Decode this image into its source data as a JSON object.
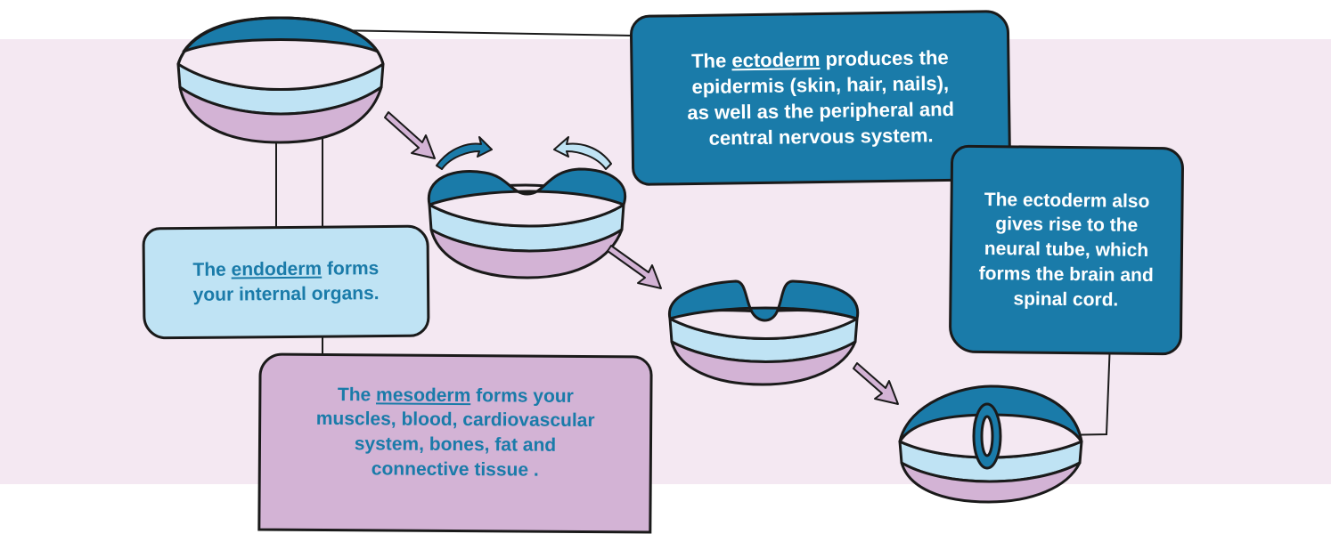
{
  "colors": {
    "ectoderm": "#1a7ba9",
    "mesoderm": "#d3b3d5",
    "endoderm": "#bfe3f4",
    "background_band": "#f4e8f2",
    "outline": "#1a1a1a"
  },
  "callouts": {
    "ectoderm": {
      "line1_pre": "The ",
      "line1_term": "ectoderm",
      "line1_post": " produces the",
      "line2": "epidermis (skin, hair, nails),",
      "line3": "as well as the peripheral and",
      "line4": "central nervous system."
    },
    "neural_tube": {
      "line1": "The ectoderm also",
      "line2": "gives rise to the",
      "line3": "neural tube, which",
      "line4": "forms the brain and",
      "line5": "spinal cord."
    },
    "endoderm": {
      "line1_pre": "The ",
      "line1_term": "endoderm",
      "line1_post": " forms",
      "line2": "your internal organs."
    },
    "mesoderm": {
      "line1_pre": "The ",
      "line1_term": "mesoderm",
      "line1_post": " forms your",
      "line2": "muscles, blood, cardiovascular",
      "line3": "system, bones, fat and",
      "line4": "connective tissue ."
    }
  }
}
